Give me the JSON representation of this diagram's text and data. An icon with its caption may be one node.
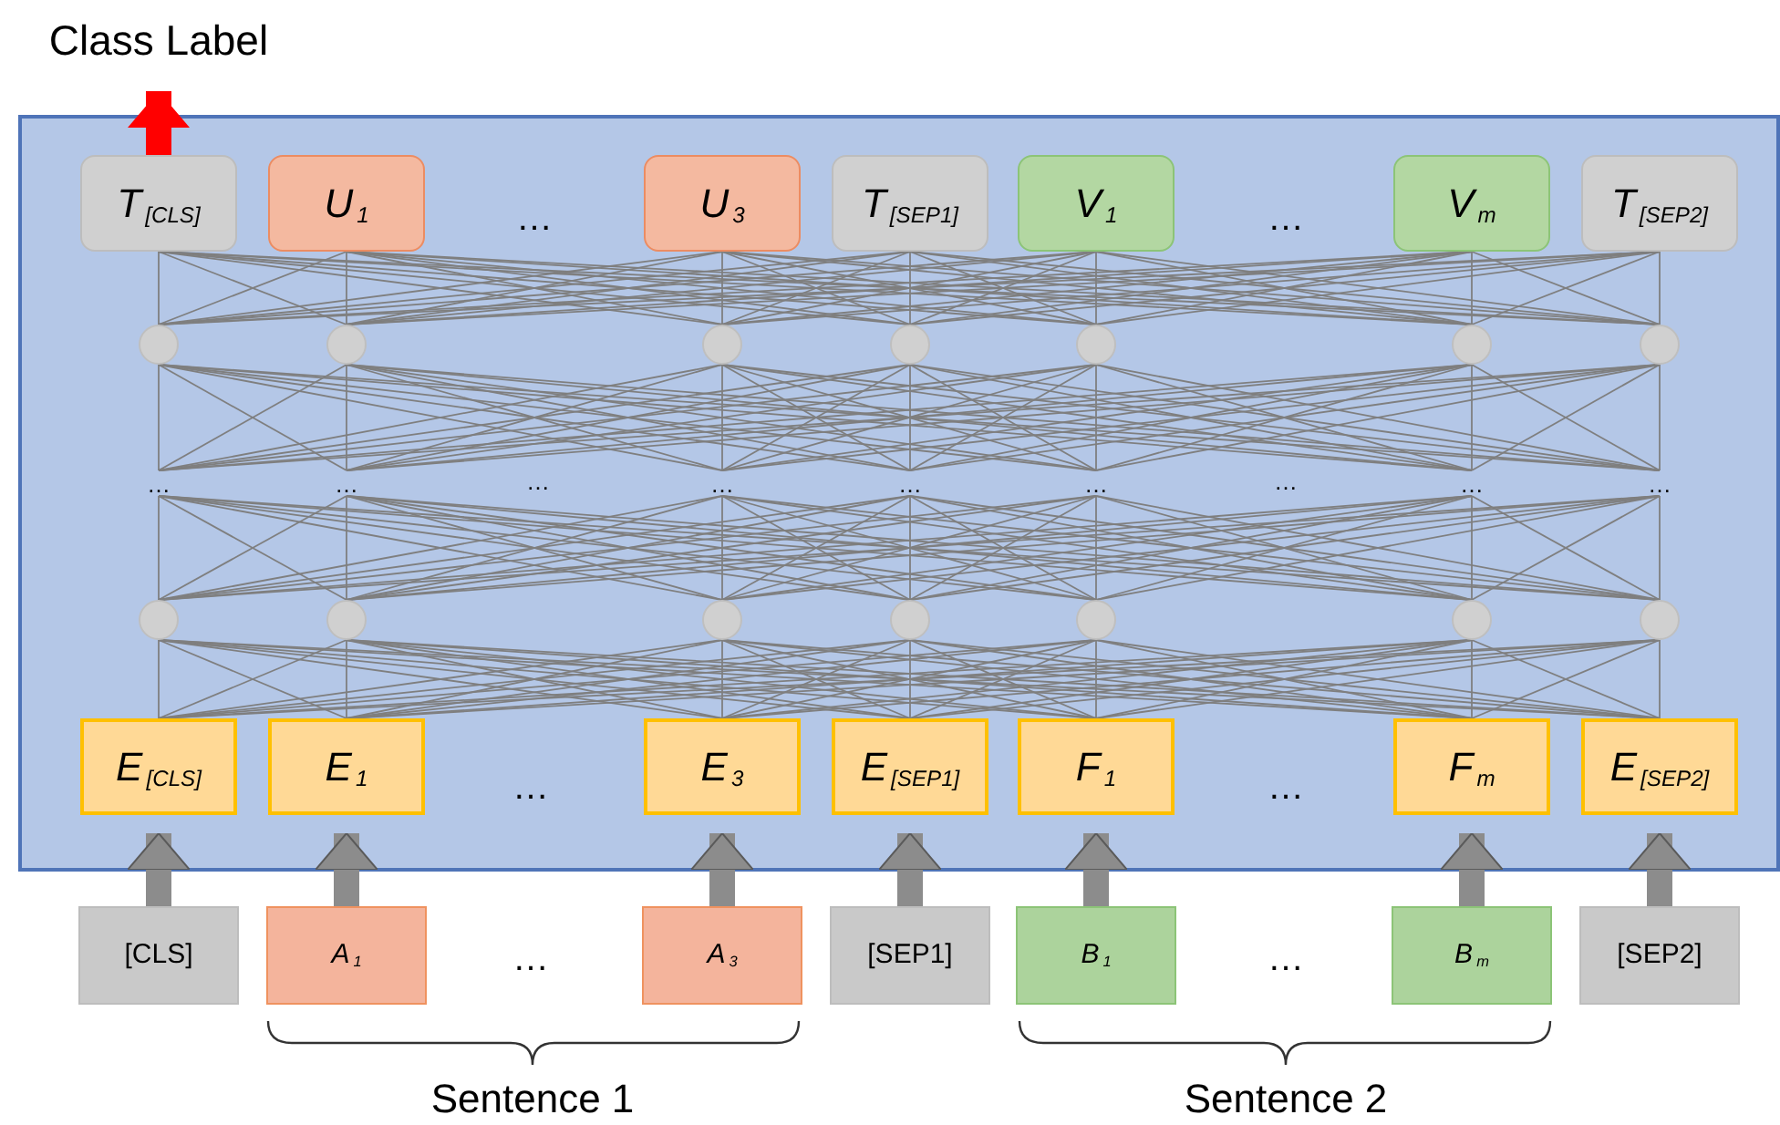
{
  "diagram": {
    "nodes": [
      {
        "text": [],
        "shape": "box"
      },
      {
        "text": [
          "T$_{[CLS]}$"
        ],
        "in": 0
      },
      {
        "text": [
          "U$_{1}$"
        ],
        "in": 0
      },
      {
        "text": [
          "U$_{3}$"
        ],
        "in": 0
      },
      {
        "text": [
          "T$_{[SEP1]}$"
        ],
        "in": 0
      },
      {
        "text": [
          "V$_{1}$"
        ],
        "in": 0
      },
      {
        "text": [
          "V$_{m}$"
        ],
        "in": 0
      },
      {
        "text": [
          "T$_{[SEP2]}$"
        ],
        "in": 0
      },
      {
        "text": [],
        "shape": "circle",
        "in": 0
      },
      {
        "text": [],
        "shape": "circle",
        "in": 0
      },
      {
        "text": [],
        "shape": "circle",
        "in": 0
      },
      {
        "text": [],
        "shape": "circle",
        "in": 0
      },
      {
        "text": [],
        "shape": "circle",
        "in": 0
      },
      {
        "text": [],
        "shape": "circle",
        "in": 0
      },
      {
        "text": [],
        "shape": "circle",
        "in": 0
      },
      {
        "text": [
          "…"
        ],
        "in": 0
      },
      {
        "text": [
          "…"
        ],
        "in": 0
      },
      {
        "text": [
          "…"
        ],
        "in": 0
      },
      {
        "text": [
          "…"
        ],
        "in": 0
      },
      {
        "text": [
          "…"
        ],
        "in": 0
      },
      {
        "text": [
          "…"
        ],
        "in": 0
      },
      {
        "text": [
          "…"
        ],
        "in": 0
      },
      {
        "text": [],
        "shape": "circle",
        "in": 0
      },
      {
        "text": [],
        "shape": "circle",
        "in": 0
      },
      {
        "text": [],
        "shape": "circle",
        "in": 0
      },
      {
        "text": [],
        "shape": "circle",
        "in": 0
      },
      {
        "text": [],
        "shape": "circle",
        "in": 0
      },
      {
        "text": [],
        "shape": "circle",
        "in": 0
      },
      {
        "text": [],
        "shape": "circle",
        "in": 0
      },
      {
        "text": [
          "E$_{[CLS]}$"
        ],
        "in": 0
      },
      {
        "text": [
          "E$_{1}$"
        ],
        "in": 0
      },
      {
        "text": [
          "E$_{3}$"
        ],
        "in": 0
      },
      {
        "text": [
          "E$_{[SEP1]}$"
        ],
        "in": 0
      },
      {
        "text": [
          "F$_{1}$"
        ],
        "in": 0
      },
      {
        "text": [
          "F$_{m}$"
        ],
        "in": 0
      },
      {
        "text": [
          "E$_{[SEP2]}$"
        ],
        "in": 0
      },
      {
        "text": [
          "[CLS]"
        ]
      },
      {
        "text": [
          "A$_{1}$"
        ]
      },
      {
        "text": [
          "A$_{3}$"
        ]
      },
      {
        "text": [
          "[SEP1]"
        ]
      },
      {
        "text": [
          "B$_{1}$"
        ]
      },
      {
        "text": [
          "B$_{m}$"
        ]
      },
      {
        "text": [
          "[SEP2]"
        ]
      },
      {
        "text": [
          "Class Label"
        ]
      }
    ],
    "edges": [
      {
        "from": 1,
        "to": 43,
        "arrow": "to",
        "style": "thick",
        "color": "#ff0000"
      },
      {
        "from": 36,
        "to": 29,
        "arrow": "to",
        "style": "thick",
        "color": "#8c8c8c"
      },
      {
        "from": 37,
        "to": 30,
        "arrow": "to",
        "style": "thick",
        "color": "#8c8c8c"
      },
      {
        "from": 38,
        "to": 31,
        "arrow": "to",
        "style": "thick",
        "color": "#8c8c8c"
      },
      {
        "from": 39,
        "to": 32,
        "arrow": "to",
        "style": "thick",
        "color": "#8c8c8c"
      },
      {
        "from": 40,
        "to": 33,
        "arrow": "to",
        "style": "thick",
        "color": "#8c8c8c"
      },
      {
        "from": 41,
        "to": 34,
        "arrow": "to",
        "style": "thick",
        "color": "#8c8c8c"
      },
      {
        "from": 42,
        "to": 35,
        "arrow": "to",
        "style": "thick",
        "color": "#8c8c8c"
      },
      {
        "from": 1,
        "to": 8,
        "arrow": "none"
      },
      {
        "from": 1,
        "to": 9,
        "arrow": "none"
      },
      {
        "from": 1,
        "to": 10,
        "arrow": "none"
      },
      {
        "from": 1,
        "to": 11,
        "arrow": "none"
      },
      {
        "from": 1,
        "to": 12,
        "arrow": "none"
      },
      {
        "from": 1,
        "to": 13,
        "arrow": "none"
      },
      {
        "from": 1,
        "to": 14,
        "arrow": "none"
      },
      {
        "from": 2,
        "to": 8,
        "arrow": "none"
      },
      {
        "from": 2,
        "to": 9,
        "arrow": "none"
      },
      {
        "from": 2,
        "to": 10,
        "arrow": "none"
      },
      {
        "from": 2,
        "to": 11,
        "arrow": "none"
      },
      {
        "from": 2,
        "to": 12,
        "arrow": "none"
      },
      {
        "from": 2,
        "to": 13,
        "arrow": "none"
      },
      {
        "from": 2,
        "to": 14,
        "arrow": "none"
      },
      {
        "from": 3,
        "to": 8,
        "arrow": "none"
      },
      {
        "from": 3,
        "to": 9,
        "arrow": "none"
      },
      {
        "from": 3,
        "to": 10,
        "arrow": "none"
      },
      {
        "from": 3,
        "to": 11,
        "arrow": "none"
      },
      {
        "from": 3,
        "to": 12,
        "arrow": "none"
      },
      {
        "from": 3,
        "to": 13,
        "arrow": "none"
      },
      {
        "from": 3,
        "to": 14,
        "arrow": "none"
      },
      {
        "from": 4,
        "to": 8,
        "arrow": "none"
      },
      {
        "from": 4,
        "to": 9,
        "arrow": "none"
      },
      {
        "from": 4,
        "to": 10,
        "arrow": "none"
      },
      {
        "from": 4,
        "to": 11,
        "arrow": "none"
      },
      {
        "from": 4,
        "to": 12,
        "arrow": "none"
      },
      {
        "from": 4,
        "to": 13,
        "arrow": "none"
      },
      {
        "from": 4,
        "to": 14,
        "arrow": "none"
      },
      {
        "from": 5,
        "to": 8,
        "arrow": "none"
      },
      {
        "from": 5,
        "to": 9,
        "arrow": "none"
      },
      {
        "from": 5,
        "to": 10,
        "arrow": "none"
      },
      {
        "from": 5,
        "to": 11,
        "arrow": "none"
      },
      {
        "from": 5,
        "to": 12,
        "arrow": "none"
      },
      {
        "from": 5,
        "to": 13,
        "arrow": "none"
      },
      {
        "from": 5,
        "to": 14,
        "arrow": "none"
      },
      {
        "from": 6,
        "to": 8,
        "arrow": "none"
      },
      {
        "from": 6,
        "to": 9,
        "arrow": "none"
      },
      {
        "from": 6,
        "to": 10,
        "arrow": "none"
      },
      {
        "from": 6,
        "to": 11,
        "arrow": "none"
      },
      {
        "from": 6,
        "to": 12,
        "arrow": "none"
      },
      {
        "from": 6,
        "to": 13,
        "arrow": "none"
      },
      {
        "from": 6,
        "to": 14,
        "arrow": "none"
      },
      {
        "from": 7,
        "to": 8,
        "arrow": "none"
      },
      {
        "from": 7,
        "to": 9,
        "arrow": "none"
      },
      {
        "from": 7,
        "to": 10,
        "arrow": "none"
      },
      {
        "from": 7,
        "to": 11,
        "arrow": "none"
      },
      {
        "from": 7,
        "to": 12,
        "arrow": "none"
      },
      {
        "from": 7,
        "to": 13,
        "arrow": "none"
      },
      {
        "from": 7,
        "to": 14,
        "arrow": "none"
      },
      {
        "from": 8,
        "to": 15,
        "arrow": "none"
      },
      {
        "from": 8,
        "to": 16,
        "arrow": "none"
      },
      {
        "from": 8,
        "to": 17,
        "arrow": "none"
      },
      {
        "from": 8,
        "to": 18,
        "arrow": "none"
      },
      {
        "from": 8,
        "to": 19,
        "arrow": "none"
      },
      {
        "from": 8,
        "to": 20,
        "arrow": "none"
      },
      {
        "from": 8,
        "to": 21,
        "arrow": "none"
      },
      {
        "from": 9,
        "to": 15,
        "arrow": "none"
      },
      {
        "from": 9,
        "to": 16,
        "arrow": "none"
      },
      {
        "from": 9,
        "to": 17,
        "arrow": "none"
      },
      {
        "from": 9,
        "to": 18,
        "arrow": "none"
      },
      {
        "from": 9,
        "to": 19,
        "arrow": "none"
      },
      {
        "from": 9,
        "to": 20,
        "arrow": "none"
      },
      {
        "from": 9,
        "to": 21,
        "arrow": "none"
      },
      {
        "from": 10,
        "to": 15,
        "arrow": "none"
      },
      {
        "from": 10,
        "to": 16,
        "arrow": "none"
      },
      {
        "from": 10,
        "to": 17,
        "arrow": "none"
      },
      {
        "from": 10,
        "to": 18,
        "arrow": "none"
      },
      {
        "from": 10,
        "to": 19,
        "arrow": "none"
      },
      {
        "from": 10,
        "to": 20,
        "arrow": "none"
      },
      {
        "from": 10,
        "to": 21,
        "arrow": "none"
      },
      {
        "from": 11,
        "to": 15,
        "arrow": "none"
      },
      {
        "from": 11,
        "to": 16,
        "arrow": "none"
      },
      {
        "from": 11,
        "to": 17,
        "arrow": "none"
      },
      {
        "from": 11,
        "to": 18,
        "arrow": "none"
      },
      {
        "from": 11,
        "to": 19,
        "arrow": "none"
      },
      {
        "from": 11,
        "to": 20,
        "arrow": "none"
      },
      {
        "from": 11,
        "to": 21,
        "arrow": "none"
      },
      {
        "from": 12,
        "to": 15,
        "arrow": "none"
      },
      {
        "from": 12,
        "to": 16,
        "arrow": "none"
      },
      {
        "from": 12,
        "to": 17,
        "arrow": "none"
      },
      {
        "from": 12,
        "to": 18,
        "arrow": "none"
      },
      {
        "from": 12,
        "to": 19,
        "arrow": "none"
      },
      {
        "from": 12,
        "to": 20,
        "arrow": "none"
      },
      {
        "from": 12,
        "to": 21,
        "arrow": "none"
      },
      {
        "from": 13,
        "to": 15,
        "arrow": "none"
      },
      {
        "from": 13,
        "to": 16,
        "arrow": "none"
      },
      {
        "from": 13,
        "to": 17,
        "arrow": "none"
      },
      {
        "from": 13,
        "to": 18,
        "arrow": "none"
      },
      {
        "from": 13,
        "to": 19,
        "arrow": "none"
      },
      {
        "from": 13,
        "to": 20,
        "arrow": "none"
      },
      {
        "from": 13,
        "to": 21,
        "arrow": "none"
      },
      {
        "from": 14,
        "to": 15,
        "arrow": "none"
      },
      {
        "from": 14,
        "to": 16,
        "arrow": "none"
      },
      {
        "from": 14,
        "to": 17,
        "arrow": "none"
      },
      {
        "from": 14,
        "to": 18,
        "arrow": "none"
      },
      {
        "from": 14,
        "to": 19,
        "arrow": "none"
      },
      {
        "from": 14,
        "to": 20,
        "arrow": "none"
      },
      {
        "from": 14,
        "to": 21,
        "arrow": "none"
      },
      {
        "from": 15,
        "to": 22,
        "arrow": "none"
      },
      {
        "from": 15,
        "to": 23,
        "arrow": "none"
      },
      {
        "from": 15,
        "to": 24,
        "arrow": "none"
      },
      {
        "from": 15,
        "to": 25,
        "arrow": "none"
      },
      {
        "from": 15,
        "to": 26,
        "arrow": "none"
      },
      {
        "from": 15,
        "to": 27,
        "arrow": "none"
      },
      {
        "from": 15,
        "to": 28,
        "arrow": "none"
      },
      {
        "from": 16,
        "to": 22,
        "arrow": "none"
      },
      {
        "from": 16,
        "to": 23,
        "arrow": "none"
      },
      {
        "from": 16,
        "to": 24,
        "arrow": "none"
      },
      {
        "from": 16,
        "to": 25,
        "arrow": "none"
      },
      {
        "from": 16,
        "to": 26,
        "arrow": "none"
      },
      {
        "from": 16,
        "to": 27,
        "arrow": "none"
      },
      {
        "from": 16,
        "to": 28,
        "arrow": "none"
      },
      {
        "from": 17,
        "to": 22,
        "arrow": "none"
      },
      {
        "from": 17,
        "to": 23,
        "arrow": "none"
      },
      {
        "from": 17,
        "to": 24,
        "arrow": "none"
      },
      {
        "from": 17,
        "to": 25,
        "arrow": "none"
      },
      {
        "from": 17,
        "to": 26,
        "arrow": "none"
      },
      {
        "from": 17,
        "to": 27,
        "arrow": "none"
      },
      {
        "from": 17,
        "to": 28,
        "arrow": "none"
      },
      {
        "from": 18,
        "to": 22,
        "arrow": "none"
      },
      {
        "from": 18,
        "to": 23,
        "arrow": "none"
      },
      {
        "from": 18,
        "to": 24,
        "arrow": "none"
      },
      {
        "from": 18,
        "to": 25,
        "arrow": "none"
      },
      {
        "from": 18,
        "to": 26,
        "arrow": "none"
      },
      {
        "from": 18,
        "to": 27,
        "arrow": "none"
      },
      {
        "from": 18,
        "to": 28,
        "arrow": "none"
      },
      {
        "from": 19,
        "to": 22,
        "arrow": "none"
      },
      {
        "from": 19,
        "to": 23,
        "arrow": "none"
      },
      {
        "from": 19,
        "to": 24,
        "arrow": "none"
      },
      {
        "from": 19,
        "to": 25,
        "arrow": "none"
      },
      {
        "from": 19,
        "to": 26,
        "arrow": "none"
      },
      {
        "from": 19,
        "to": 27,
        "arrow": "none"
      },
      {
        "from": 19,
        "to": 28,
        "arrow": "none"
      },
      {
        "from": 20,
        "to": 22,
        "arrow": "none"
      },
      {
        "from": 20,
        "to": 23,
        "arrow": "none"
      },
      {
        "from": 20,
        "to": 24,
        "arrow": "none"
      },
      {
        "from": 20,
        "to": 25,
        "arrow": "none"
      },
      {
        "from": 20,
        "to": 26,
        "arrow": "none"
      },
      {
        "from": 20,
        "to": 27,
        "arrow": "none"
      },
      {
        "from": 20,
        "to": 28,
        "arrow": "none"
      },
      {
        "from": 21,
        "to": 22,
        "arrow": "none"
      },
      {
        "from": 21,
        "to": 23,
        "arrow": "none"
      },
      {
        "from": 21,
        "to": 24,
        "arrow": "none"
      },
      {
        "from": 21,
        "to": 25,
        "arrow": "none"
      },
      {
        "from": 21,
        "to": 26,
        "arrow": "none"
      },
      {
        "from": 21,
        "to": 27,
        "arrow": "none"
      },
      {
        "from": 21,
        "to": 28,
        "arrow": "none"
      },
      {
        "from": 22,
        "to": 29,
        "arrow": "none"
      },
      {
        "from": 22,
        "to": 30,
        "arrow": "none"
      },
      {
        "from": 22,
        "to": 31,
        "arrow": "none"
      },
      {
        "from": 22,
        "to": 32,
        "arrow": "none"
      },
      {
        "from": 22,
        "to": 33,
        "arrow": "none"
      },
      {
        "from": 22,
        "to": 34,
        "arrow": "none"
      },
      {
        "from": 22,
        "to": 35,
        "arrow": "none"
      },
      {
        "from": 23,
        "to": 29,
        "arrow": "none"
      },
      {
        "from": 23,
        "to": 30,
        "arrow": "none"
      },
      {
        "from": 23,
        "to": 31,
        "arrow": "none"
      },
      {
        "from": 23,
        "to": 32,
        "arrow": "none"
      },
      {
        "from": 23,
        "to": 33,
        "arrow": "none"
      },
      {
        "from": 23,
        "to": 34,
        "arrow": "none"
      },
      {
        "from": 23,
        "to": 35,
        "arrow": "none"
      },
      {
        "from": 24,
        "to": 29,
        "arrow": "none"
      },
      {
        "from": 24,
        "to": 30,
        "arrow": "none"
      },
      {
        "from": 24,
        "to": 31,
        "arrow": "none"
      },
      {
        "from": 24,
        "to": 32,
        "arrow": "none"
      },
      {
        "from": 24,
        "to": 33,
        "arrow": "none"
      },
      {
        "from": 24,
        "to": 34,
        "arrow": "none"
      },
      {
        "from": 24,
        "to": 35,
        "arrow": "none"
      },
      {
        "from": 25,
        "to": 29,
        "arrow": "none"
      },
      {
        "from": 25,
        "to": 30,
        "arrow": "none"
      },
      {
        "from": 25,
        "to": 31,
        "arrow": "none"
      },
      {
        "from": 25,
        "to": 32,
        "arrow": "none"
      },
      {
        "from": 25,
        "to": 33,
        "arrow": "none"
      },
      {
        "from": 25,
        "to": 34,
        "arrow": "none"
      },
      {
        "from": 25,
        "to": 35,
        "arrow": "none"
      },
      {
        "from": 26,
        "to": 29,
        "arrow": "none"
      },
      {
        "from": 26,
        "to": 30,
        "arrow": "none"
      },
      {
        "from": 26,
        "to": 31,
        "arrow": "none"
      },
      {
        "from": 26,
        "to": 32,
        "arrow": "none"
      },
      {
        "from": 26,
        "to": 33,
        "arrow": "none"
      },
      {
        "from": 26,
        "to": 34,
        "arrow": "none"
      },
      {
        "from": 26,
        "to": 35,
        "arrow": "none"
      },
      {
        "from": 27,
        "to": 29,
        "arrow": "none"
      },
      {
        "from": 27,
        "to": 30,
        "arrow": "none"
      },
      {
        "from": 27,
        "to": 31,
        "arrow": "none"
      },
      {
        "from": 27,
        "to": 32,
        "arrow": "none"
      },
      {
        "from": 27,
        "to": 33,
        "arrow": "none"
      },
      {
        "from": 27,
        "to": 34,
        "arrow": "none"
      },
      {
        "from": 27,
        "to": 35,
        "arrow": "none"
      },
      {
        "from": 28,
        "to": 29,
        "arrow": "none"
      },
      {
        "from": 28,
        "to": 30,
        "arrow": "none"
      },
      {
        "from": 28,
        "to": 31,
        "arrow": "none"
      },
      {
        "from": 28,
        "to": 32,
        "arrow": "none"
      },
      {
        "from": 28,
        "to": 33,
        "arrow": "none"
      },
      {
        "from": 28,
        "to": 34,
        "arrow": "none"
      },
      {
        "from": 28,
        "to": 35,
        "arrow": "none"
      }
    ],
    "labels": [
      "…",
      "…",
      "…",
      "…",
      "…",
      "…",
      "…",
      "…",
      "Sentence 1",
      "Sentence 2"
    ]
  }
}
